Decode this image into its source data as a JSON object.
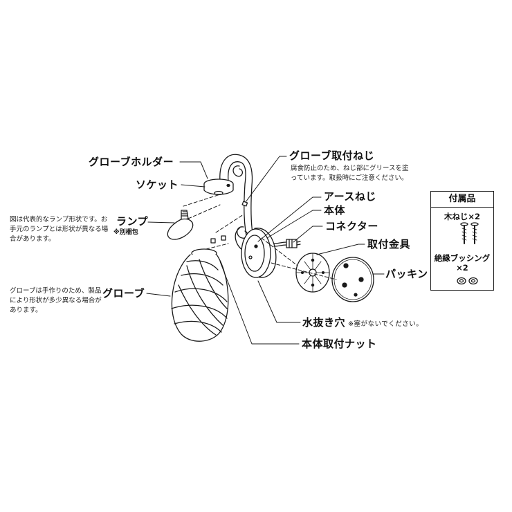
{
  "labels": {
    "globe_holder": "グローブホルダー",
    "socket": "ソケット",
    "lamp": "ランプ",
    "lamp_sub": "※別梱包",
    "lamp_note": "図は代表的なランプ形状です。お手元のランプとは形状が異なる場合があります。",
    "globe": "グローブ",
    "globe_note": "グローブは手作りのため、製品により形状が多少異なる場合があります。",
    "globe_screw": "グローブ取付ねじ",
    "globe_screw_note": "腐食防止のため、ねじ部にグリースを塗っています。取扱時にご注意ください。",
    "earth_screw": "アースねじ",
    "body": "本体",
    "connector": "コネクター",
    "mount_bracket": "取付金具",
    "packing": "パッキン",
    "drain_hole": "水抜き穴",
    "drain_hole_note": "※塞がないでください。",
    "body_nut": "本体取付ナット"
  },
  "accessories": {
    "title": "付属品",
    "wood_screw": "木ねじ×2",
    "bushing": "絶縁ブッシング",
    "bushing_count": "×2"
  }
}
